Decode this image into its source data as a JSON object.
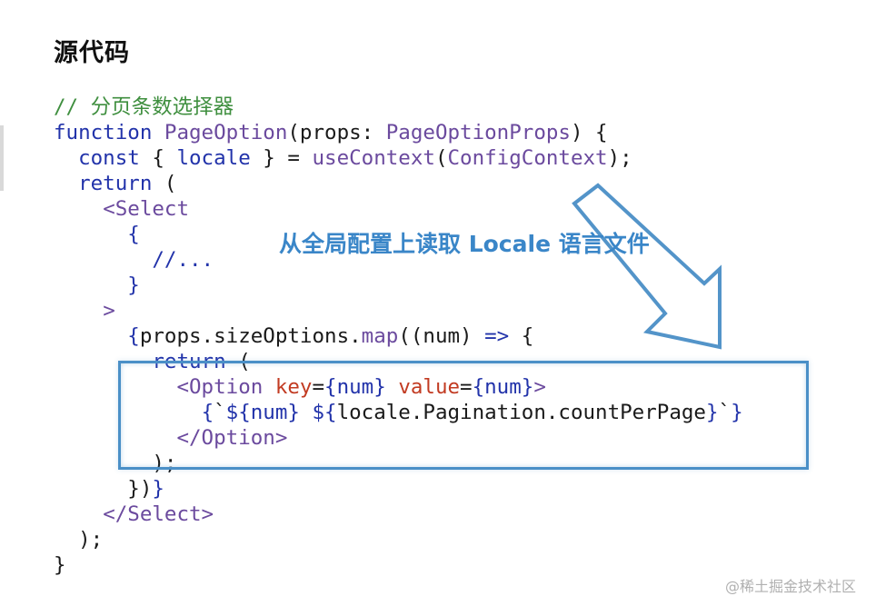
{
  "page": {
    "title": "源代码"
  },
  "code_lines": [
    [
      {
        "t": "comment",
        "v": "// 分页条数选择器"
      }
    ],
    [
      {
        "t": "kw",
        "v": "function"
      },
      {
        "t": "plain",
        "v": " "
      },
      {
        "t": "fn",
        "v": "PageOption"
      },
      {
        "t": "plain",
        "v": "(props: "
      },
      {
        "t": "fn",
        "v": "PageOptionProps"
      },
      {
        "t": "plain",
        "v": ") {"
      }
    ],
    [
      {
        "t": "plain",
        "v": "  "
      },
      {
        "t": "kw",
        "v": "const"
      },
      {
        "t": "plain",
        "v": " { "
      },
      {
        "t": "kw",
        "v": "locale"
      },
      {
        "t": "plain",
        "v": " } = "
      },
      {
        "t": "fn",
        "v": "useContext"
      },
      {
        "t": "plain",
        "v": "("
      },
      {
        "t": "fn",
        "v": "ConfigContext"
      },
      {
        "t": "plain",
        "v": ");"
      }
    ],
    [
      {
        "t": "plain",
        "v": "  "
      },
      {
        "t": "kw",
        "v": "return"
      },
      {
        "t": "plain",
        "v": " ("
      }
    ],
    [
      {
        "t": "plain",
        "v": "    "
      },
      {
        "t": "tag",
        "v": "<Select"
      }
    ],
    [
      {
        "t": "plain",
        "v": "      "
      },
      {
        "t": "kw",
        "v": "{"
      }
    ],
    [
      {
        "t": "plain",
        "v": "        "
      },
      {
        "t": "kw",
        "v": "//..."
      }
    ],
    [
      {
        "t": "plain",
        "v": "      "
      },
      {
        "t": "kw",
        "v": "}"
      }
    ],
    [
      {
        "t": "plain",
        "v": "    "
      },
      {
        "t": "tag",
        "v": ">"
      }
    ],
    [
      {
        "t": "plain",
        "v": "      "
      },
      {
        "t": "kw",
        "v": "{"
      },
      {
        "t": "plain",
        "v": "props.sizeOptions."
      },
      {
        "t": "fn",
        "v": "map"
      },
      {
        "t": "plain",
        "v": "((num) "
      },
      {
        "t": "kw",
        "v": "=>"
      },
      {
        "t": "plain",
        "v": " {"
      }
    ],
    [
      {
        "t": "plain",
        "v": "        "
      },
      {
        "t": "kw",
        "v": "return"
      },
      {
        "t": "plain",
        "v": " ("
      }
    ],
    [
      {
        "t": "plain",
        "v": "          "
      },
      {
        "t": "tag",
        "v": "<Option"
      },
      {
        "t": "plain",
        "v": " "
      },
      {
        "t": "attr",
        "v": "key"
      },
      {
        "t": "plain",
        "v": "="
      },
      {
        "t": "kw",
        "v": "{num}"
      },
      {
        "t": "plain",
        "v": " "
      },
      {
        "t": "attr",
        "v": "value"
      },
      {
        "t": "plain",
        "v": "="
      },
      {
        "t": "kw",
        "v": "{num}"
      },
      {
        "t": "tag",
        "v": ">"
      }
    ],
    [
      {
        "t": "plain",
        "v": "            "
      },
      {
        "t": "kw",
        "v": "{"
      },
      {
        "t": "plain",
        "v": "`"
      },
      {
        "t": "kw",
        "v": "${num}"
      },
      {
        "t": "plain",
        "v": " "
      },
      {
        "t": "kw",
        "v": "${"
      },
      {
        "t": "plain",
        "v": "locale.Pagination.countPerPage"
      },
      {
        "t": "kw",
        "v": "}"
      },
      {
        "t": "plain",
        "v": "`"
      },
      {
        "t": "kw",
        "v": "}"
      }
    ],
    [
      {
        "t": "plain",
        "v": "          "
      },
      {
        "t": "tag",
        "v": "</Option>"
      }
    ],
    [
      {
        "t": "plain",
        "v": "        );"
      }
    ],
    [
      {
        "t": "plain",
        "v": "      })"
      },
      {
        "t": "kw",
        "v": "}"
      }
    ],
    [
      {
        "t": "plain",
        "v": "    "
      },
      {
        "t": "tag",
        "v": "</Select>"
      }
    ],
    [
      {
        "t": "plain",
        "v": "  );"
      }
    ],
    [
      {
        "t": "plain",
        "v": "}"
      }
    ]
  ],
  "annotation": {
    "text": "从全局配置上读取 Locale 语言文件",
    "color": "#3a86c8"
  },
  "watermark": {
    "text": "@稀土掘金技术社区"
  },
  "colors": {
    "comment": "#3f8f3f",
    "keyword": "#2233aa",
    "function": "#6b4a9e",
    "attribute": "#c23b22",
    "highlight_border": "#4a8fc7"
  }
}
